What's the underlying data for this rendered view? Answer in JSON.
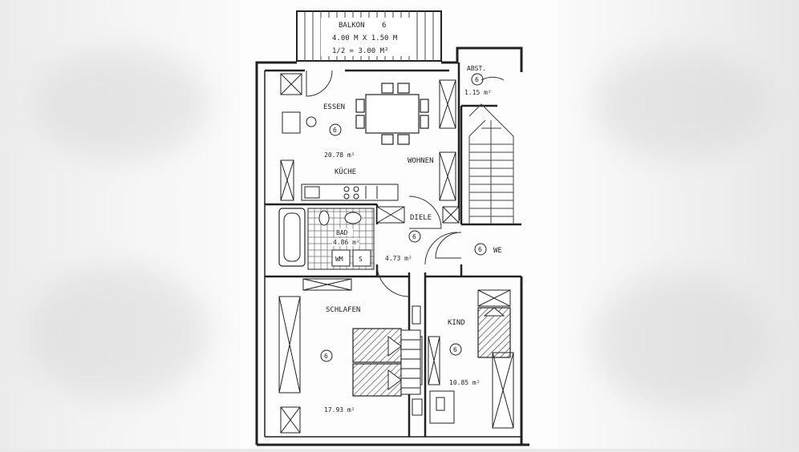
{
  "plan": {
    "balcony": {
      "label": "BALKON",
      "number": "6",
      "dims": "4.00 M X 1.50 M",
      "half_area": "1/2 = 3.00 M²"
    },
    "rooms": [
      {
        "id": "essen",
        "label": "ESSEN",
        "number": "6"
      },
      {
        "id": "kueche",
        "label": "KÜCHE"
      },
      {
        "id": "wohnen",
        "label": "WOHNEN",
        "area": "20.78 m²"
      },
      {
        "id": "abst",
        "label": "ABST.",
        "number": "6",
        "area": "1.15 m²"
      },
      {
        "id": "bad",
        "label": "BAD",
        "area": "4.86 m²"
      },
      {
        "id": "diele",
        "label": "DIELE",
        "number": "6",
        "area": "4.73 m²"
      },
      {
        "id": "we",
        "label": "WE",
        "number": "6"
      },
      {
        "id": "schlafen",
        "label": "SCHLAFEN",
        "number": "6",
        "area": "17.93 m²"
      },
      {
        "id": "kind",
        "label": "KIND",
        "number": "6",
        "area": "10.85 m²"
      }
    ],
    "fixtures": {
      "wm": "WM",
      "bath_s": "S"
    }
  }
}
